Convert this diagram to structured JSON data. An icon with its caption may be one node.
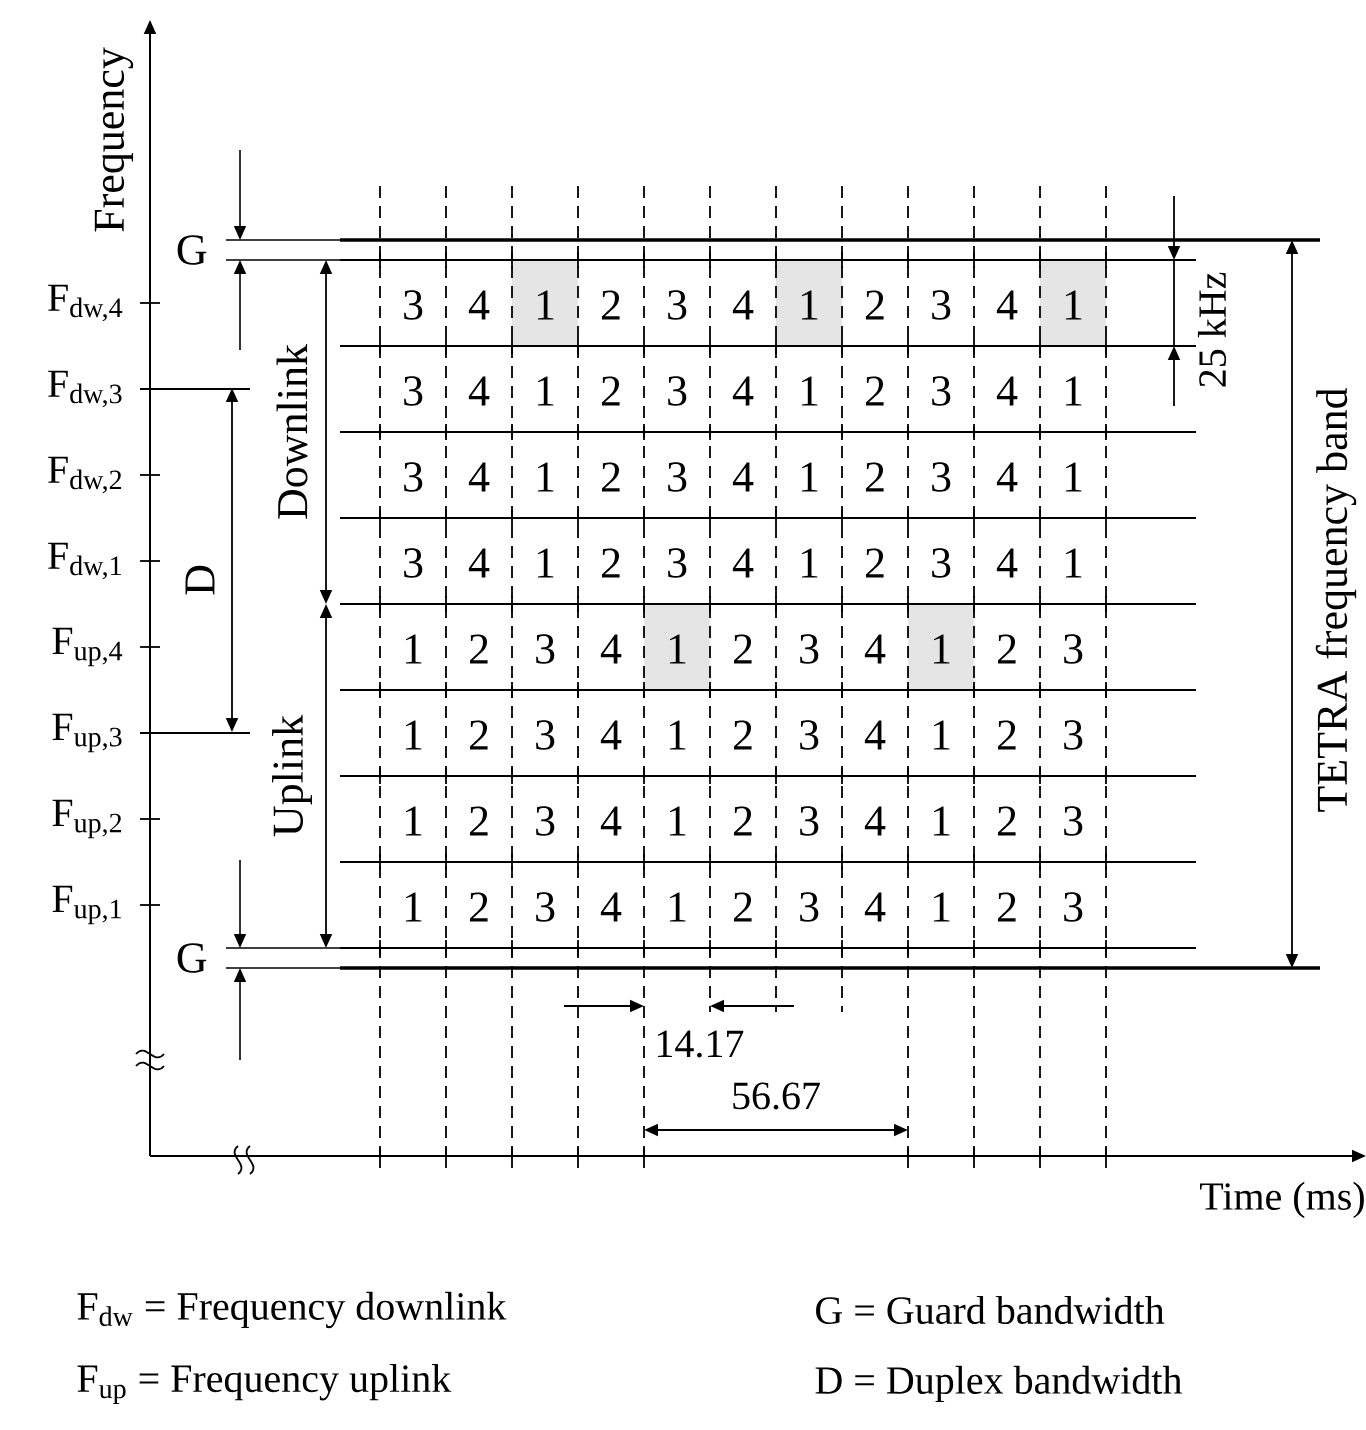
{
  "diagram": {
    "labels": [
      "Frequency",
      "G",
      "Downlink",
      "D",
      "Uplink",
      "25 kHz",
      "TETRA frequency band",
      "F$_{dw,4}$",
      "3",
      "4",
      "1",
      "2",
      "3",
      "4",
      "1",
      "2",
      "3",
      "4",
      "1",
      "F$_{dw,3}$",
      "3",
      "4",
      "1",
      "2",
      "3",
      "4",
      "1",
      "2",
      "3",
      "4",
      "1",
      "F$_{dw,2}$",
      "3",
      "4",
      "1",
      "2",
      "3",
      "4",
      "1",
      "2",
      "3",
      "4",
      "1",
      "F$_{dw,1}$",
      "3",
      "4",
      "1",
      "2",
      "3",
      "4",
      "1",
      "2",
      "3",
      "4",
      "1",
      "F$_{up,4}$",
      "1",
      "2",
      "3",
      "4",
      "1",
      "2",
      "3",
      "4",
      "1",
      "2",
      "3",
      "F$_{up,3}$",
      "1",
      "2",
      "3",
      "4",
      "1",
      "2",
      "3",
      "4",
      "1",
      "2",
      "3",
      "F$_{up,2}$",
      "1",
      "2",
      "3",
      "4",
      "1",
      "2",
      "3",
      "4",
      "1",
      "2",
      "3",
      "F$_{up,1}$",
      "1",
      "2",
      "3",
      "4",
      "1",
      "2",
      "3",
      "4",
      "1",
      "2",
      "3",
      "G",
      "14.17",
      "56.67",
      "Time (ms)",
      "F$_{dw}$ = Frequency downlink",
      "G = Guard bandwidth",
      "F$_{up}$ = Frequency uplink",
      "D = Duplex bandwidth"
    ]
  }
}
